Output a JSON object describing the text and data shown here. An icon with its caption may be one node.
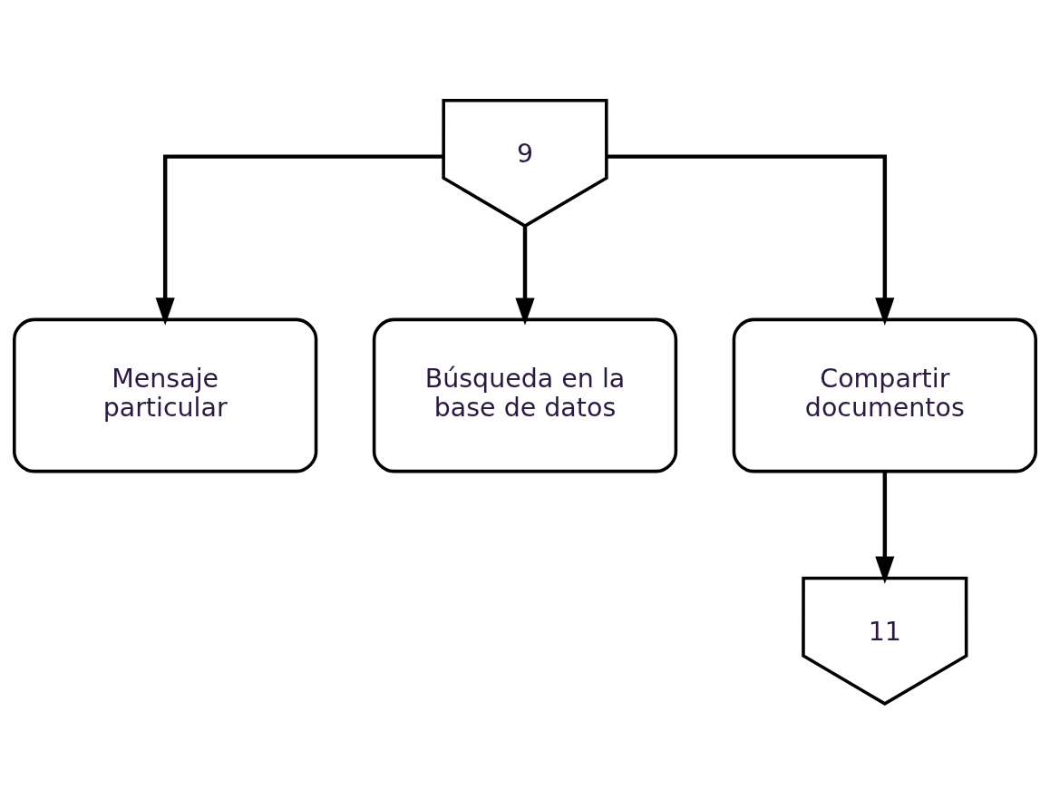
{
  "diagram": {
    "nodes": [
      {
        "text": [
          "9"
        ]
      },
      {
        "text": [
          "Mensaje particular"
        ]
      },
      {
        "text": [
          "Búsqueda en la base de datos"
        ]
      },
      {
        "text": [
          "Compartir documentos"
        ]
      },
      {
        "text": [
          "11"
        ]
      }
    ],
    "edges": [
      {
        "from": 0,
        "to": 1,
        "arrow": "to"
      },
      {
        "from": 0,
        "to": 2,
        "arrow": "to"
      },
      {
        "from": 0,
        "to": 3,
        "arrow": "to"
      },
      {
        "from": 3,
        "to": 4,
        "arrow": "to"
      }
    ]
  }
}
